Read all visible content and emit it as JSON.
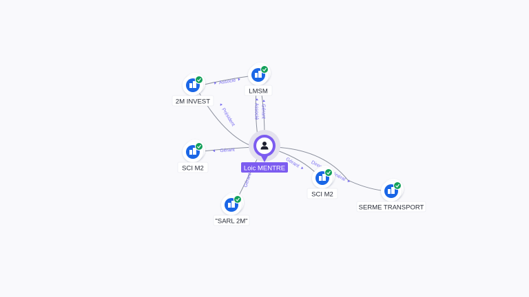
{
  "center": {
    "name": "Loic MENTRE",
    "icon": "person-icon",
    "color": "#7c5cf0"
  },
  "nodes": [
    {
      "id": "2m-invest",
      "label": "2M INVEST",
      "icon": "company-building-icon",
      "status": "verified-check-icon"
    },
    {
      "id": "lmsm",
      "label": "LMSM",
      "icon": "company-building-icon",
      "status": "verified-check-icon"
    },
    {
      "id": "sci-m2-left",
      "label": "SCI M2",
      "icon": "company-building-icon",
      "status": "verified-check-icon"
    },
    {
      "id": "sarl-2m",
      "label": "\"SARL 2M\"",
      "icon": "company-building-icon",
      "status": "verified-check-icon"
    },
    {
      "id": "sci-m2-right",
      "label": "SCI M2",
      "icon": "company-building-icon",
      "status": "verified-check-icon"
    },
    {
      "id": "serme-transport",
      "label": "SERME TRANSPORT",
      "icon": "company-building-icon",
      "status": "verified-check-icon"
    }
  ],
  "edges": [
    {
      "id": "associe",
      "from": "2m-invest",
      "to": "lmsm",
      "label": "Associé"
    },
    {
      "id": "gerant-lmsm",
      "from": "center",
      "to": "lmsm",
      "label": "Gérant"
    },
    {
      "id": "associe-lmsm",
      "from": "center",
      "to": "lmsm",
      "label": "Associé"
    },
    {
      "id": "president",
      "from": "center",
      "to": "2m-invest",
      "label": "Président"
    },
    {
      "id": "gerant-sci-left",
      "from": "center",
      "to": "sci-m2-left",
      "label": "Gérant"
    },
    {
      "id": "gerant-sarl",
      "from": "center",
      "to": "sarl-2m",
      "label": "Gérant"
    },
    {
      "id": "gerant-sci-right",
      "from": "center",
      "to": "sci-m2-right",
      "label": "Gérant"
    },
    {
      "id": "directeur",
      "from": "center",
      "to": "serme-transport",
      "label": "Directeur Général"
    }
  ],
  "colors": {
    "company": "#1a66e6",
    "verified": "#13a05a",
    "edge_label": "#7b6ff0"
  }
}
